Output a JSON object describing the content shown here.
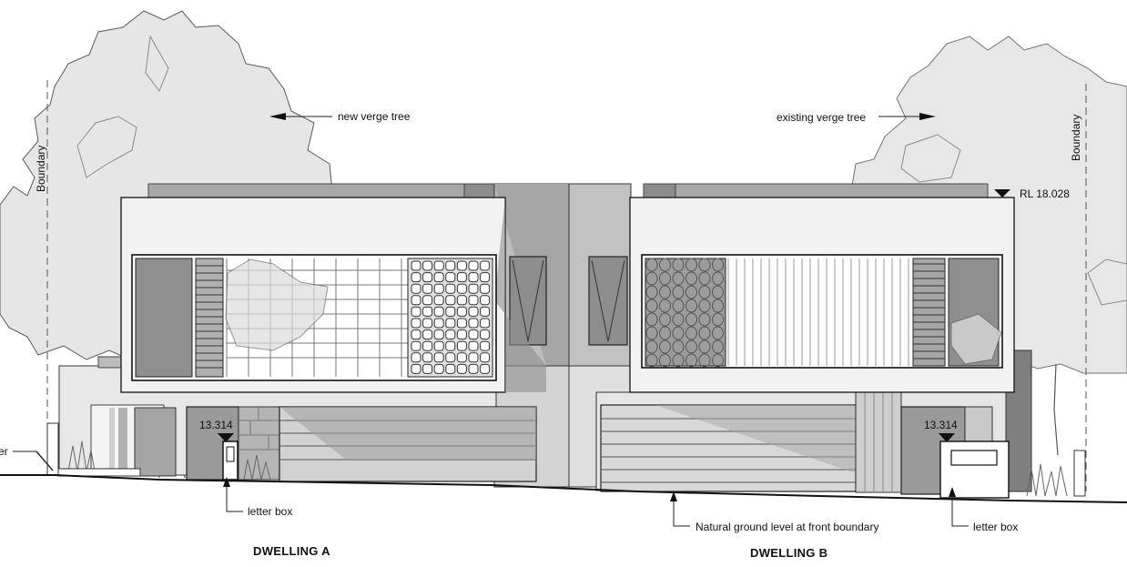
{
  "annotations": {
    "left_boundary": "Boundary",
    "right_boundary": "Boundary",
    "new_verge_tree": "new verge tree",
    "existing_verge_tree": "existing verge tree",
    "rl_top": "RL 18.028",
    "rl_a": "13.314",
    "rl_b": "13.314",
    "letter_box_a": "letter box",
    "letter_box_b": "letter box",
    "natural_ground": "Natural ground level at front boundary",
    "left_cut_label": "er"
  },
  "titles": {
    "dwelling_a": "DWELLING  A",
    "dwelling_b": "DWELLING  B"
  },
  "icons": {
    "level_marker": "triangle-down-marker",
    "leader_arrow": "arrow-leader"
  }
}
